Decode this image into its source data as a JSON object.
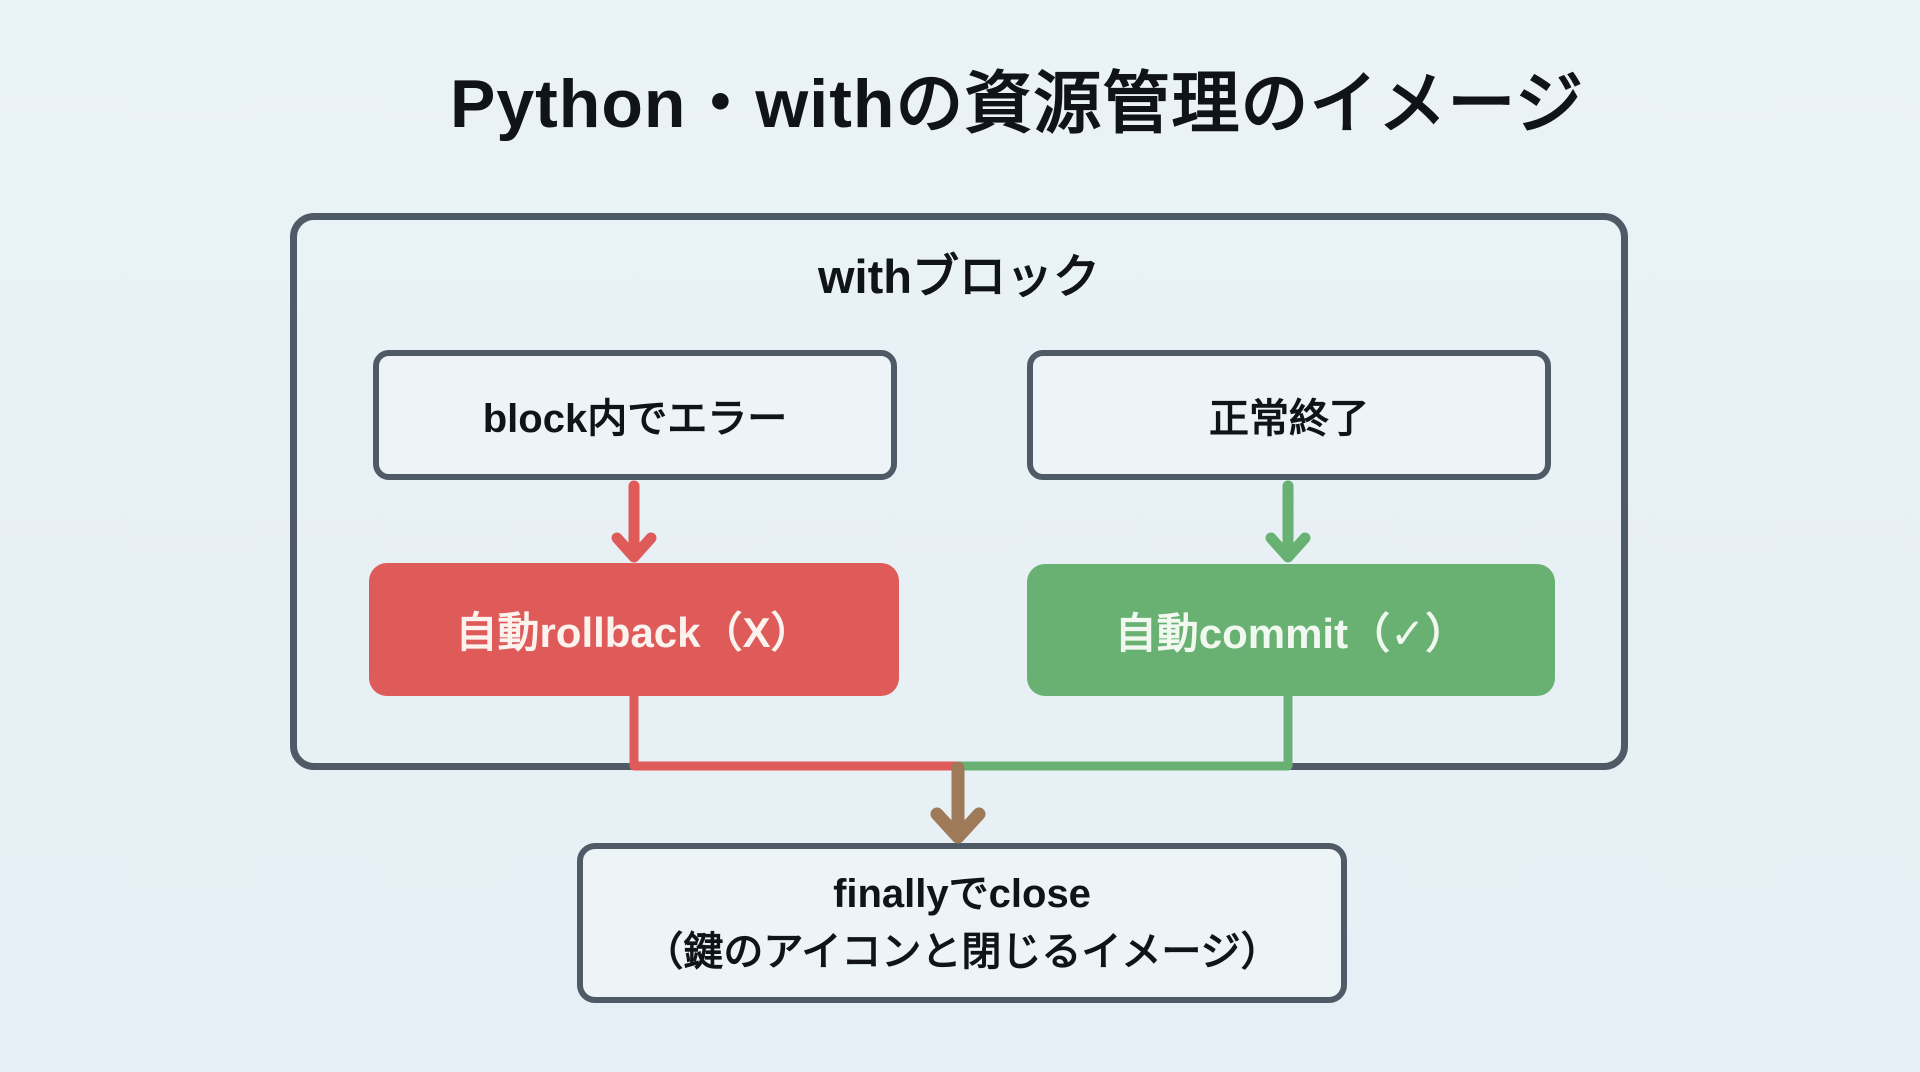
{
  "title": "Python・withの資源管理のイメージ",
  "with_block": {
    "label": "withブロック",
    "branches": {
      "error": {
        "condition": "block内でエラー",
        "action": "自動rollback（X）"
      },
      "success": {
        "condition": "正常終了",
        "action": "自動commit（✓）"
      }
    }
  },
  "final": {
    "line1": "finallyでclose",
    "line2": "（鍵のアイコンと閉じるイメージ）"
  },
  "colors": {
    "bg": "#eaf3f8",
    "box-fill": "#edf4f8",
    "outline": "#4e5b66",
    "error-red": "#df5b5a",
    "success-green": "#68b172",
    "merge-brown": "#9e7a58",
    "text-dark": "#101418",
    "text-on-red": "#fcf3ee",
    "text-on-green": "#f0f8ef"
  }
}
